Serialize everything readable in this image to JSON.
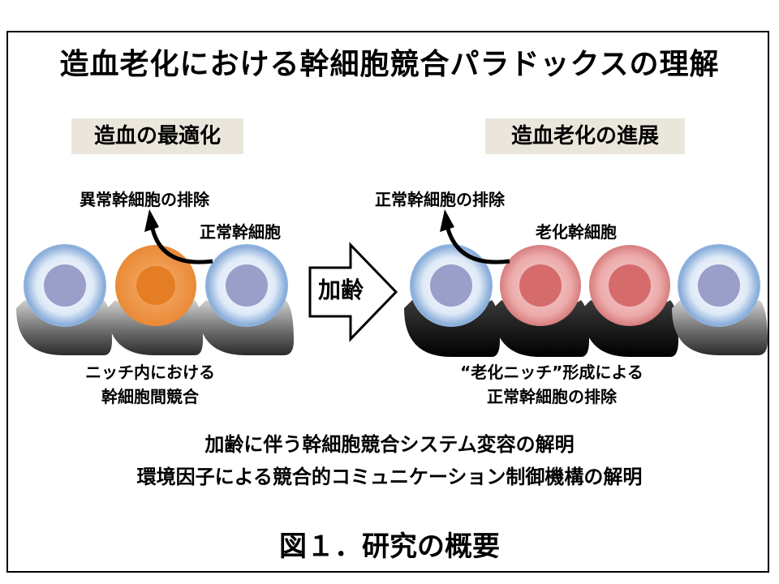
{
  "title": "造血老化における幹細胞競合パラドックスの理解",
  "left": {
    "heading": "造血の最適化",
    "removal_label": "異常幹細胞の排除",
    "cell_label": "正常幹細胞",
    "caption_line1": "ニッチ内における",
    "caption_line2": "幹細胞間競合"
  },
  "center": {
    "arrow_label": "加齢"
  },
  "right": {
    "heading": "造血老化の進展",
    "removal_label": "正常幹細胞の排除",
    "cell_label": "老化幹細胞",
    "caption_line1": "“老化ニッチ”形成による",
    "caption_line2": "正常幹細胞の排除"
  },
  "summary": {
    "line1": "加齢に伴う幹細胞競合システム変容の解明",
    "line2": "環境因子による競合的コミュニケーション制御機構の解明"
  },
  "figure_caption": "図１．研究の概要",
  "colors": {
    "normal_cell_outer": "#a9c6e8",
    "normal_cell_nucleus": "#9a9ec8",
    "abnormal_cell_outer": "#f0a050",
    "abnormal_cell_nucleus": "#e8802a",
    "aged_cell_outer": "#e8a4a4",
    "aged_cell_nucleus": "#d86a6a",
    "niche_gray": "#707070",
    "niche_aged": "#0a0a0a",
    "heading_bg": "#ebe6dc"
  }
}
